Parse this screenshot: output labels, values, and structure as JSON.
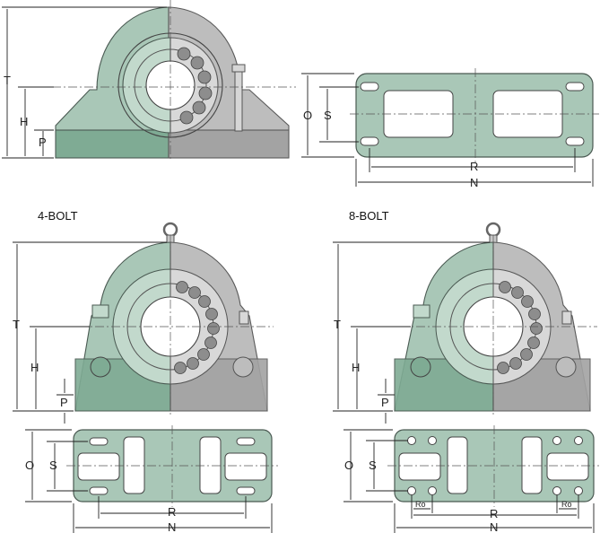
{
  "views": {
    "two_bolt": {
      "dims": {
        "t": "T",
        "h": "H",
        "p": "P"
      },
      "base_dims": {
        "o": "O",
        "s": "S",
        "r": "R",
        "n": "N"
      }
    },
    "four_bolt": {
      "title": "4-BOLT",
      "dims": {
        "t": "T",
        "h": "H",
        "p": "P"
      },
      "base_dims": {
        "o": "O",
        "s": "S",
        "r": "R",
        "n": "N"
      }
    },
    "eight_bolt": {
      "title": "8-BOLT",
      "dims": {
        "t": "T",
        "h": "H",
        "p": "P"
      },
      "base_dims": {
        "o": "O",
        "s": "S",
        "r": "R",
        "n": "N",
        "ro": "Ro"
      }
    }
  },
  "colors": {
    "housing_green": "#a9c7b7",
    "base_green": "#7fab94",
    "housing_grey": "#bdbdbd",
    "outline": "#4a5a52"
  }
}
